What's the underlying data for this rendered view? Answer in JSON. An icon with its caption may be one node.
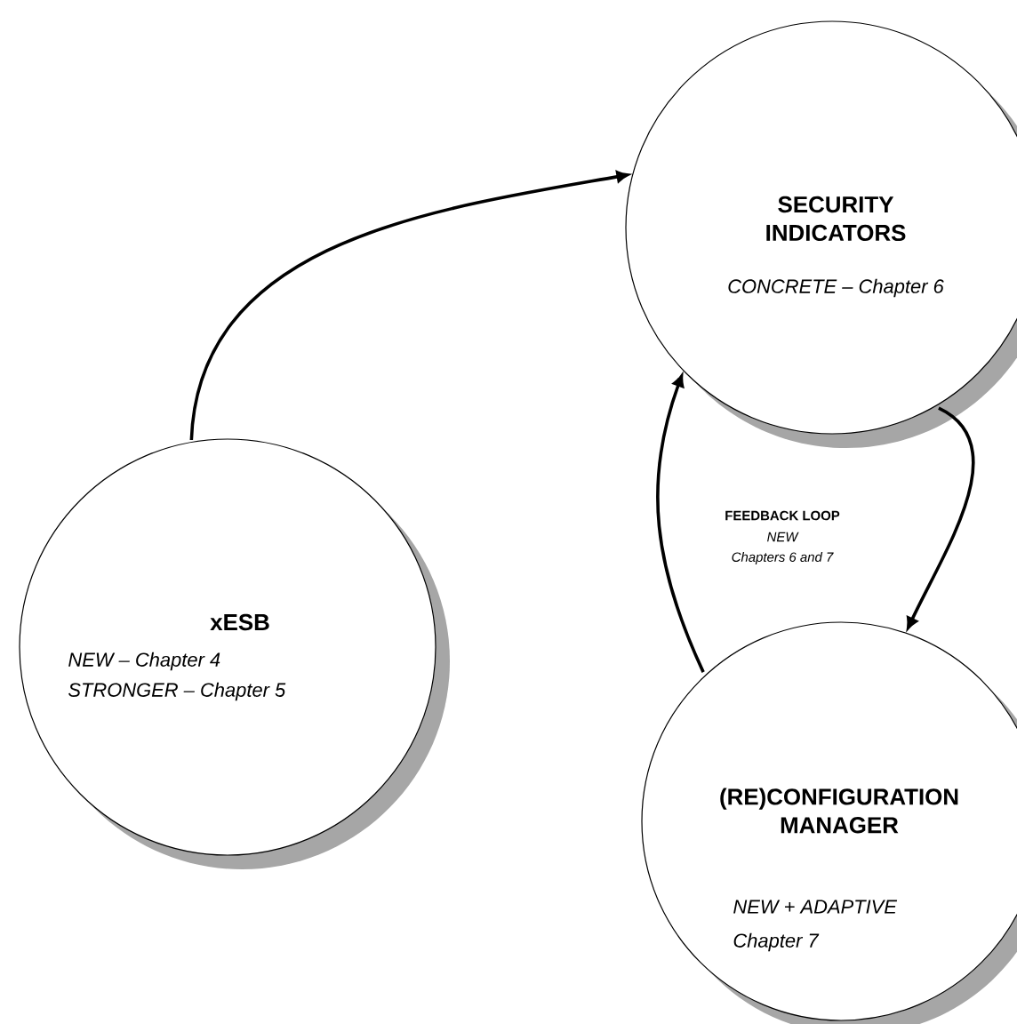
{
  "diagram": {
    "nodes": [
      {
        "text": [
          "xESB",
          "NEW – Chapter 4",
          "STRONGER – Chapter 5"
        ]
      },
      {
        "text": [
          "SECURITY INDICATORS",
          "CONCRETE – Chapter 6"
        ]
      },
      {
        "text": [
          "(RE)CONFIGURATION MANAGER",
          "NEW + ADAPTIVE",
          "Chapter 7"
        ]
      }
    ],
    "edges": [
      {
        "from": 0,
        "to": 1,
        "arrow": "to"
      },
      {
        "from": 1,
        "to": 2,
        "arrow": "to"
      },
      {
        "from": 2,
        "to": 1,
        "arrow": "to"
      }
    ],
    "labels": [
      "FEEDBACK LOOP",
      "NEW",
      "Chapters 6 and 7"
    ]
  }
}
